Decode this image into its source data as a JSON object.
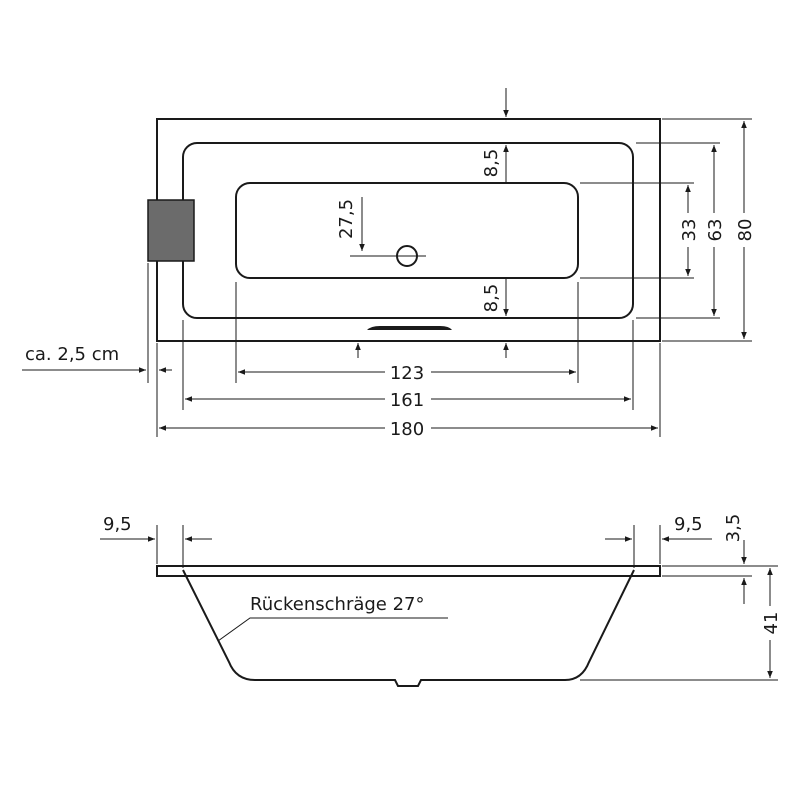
{
  "top_view": {
    "dims": {
      "depth_8_5_top": "8,5",
      "drain_offset": "27,5",
      "inner_height": "33",
      "mid_height": "63",
      "outer_height": "80",
      "depth_8_5_bottom": "8,5",
      "rim_width_note": "ca. 2,5 cm",
      "inner_length": "123",
      "mid_length": "161",
      "outer_length": "180"
    }
  },
  "side_view": {
    "dims": {
      "rim_left": "9,5",
      "rim_right": "9,5",
      "rim_thickness": "3,5",
      "depth": "41"
    },
    "back_slope": "Rückenschräge 27°"
  },
  "colors": {
    "line": "#1a1a1a",
    "headrest_fill": "#6b6b6b"
  }
}
